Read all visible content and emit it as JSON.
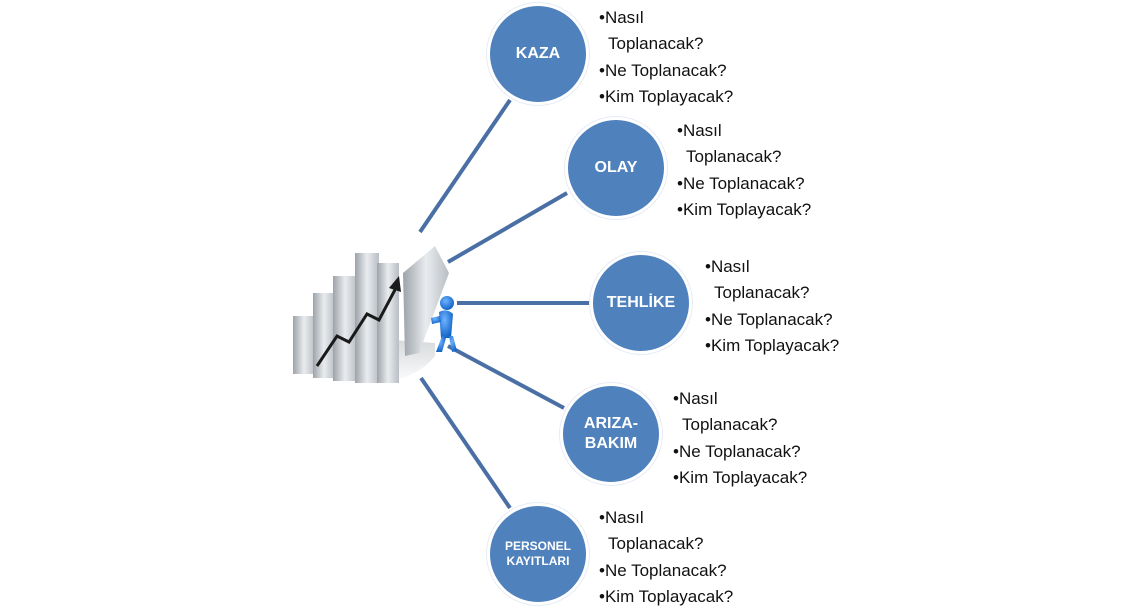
{
  "diagram": {
    "center_icon": "bar-chart-figure-icon",
    "accent_color": "#4f81bd",
    "connector_color": "#4a6fa5",
    "bullet": "•",
    "nodes": [
      {
        "id": "kaza",
        "label": "KAZA",
        "items": [
          {
            "first": "Nasıl",
            "second": "Toplanacak?"
          },
          {
            "first": "Ne Toplanacak?"
          },
          {
            "first": "Kim Toplayacak?"
          }
        ]
      },
      {
        "id": "olay",
        "label": "OLAY",
        "items": [
          {
            "first": "Nasıl",
            "second": "Toplanacak?"
          },
          {
            "first": "Ne Toplanacak?"
          },
          {
            "first": "Kim Toplayacak?"
          }
        ]
      },
      {
        "id": "tehlike",
        "label": "TEHLİKE",
        "items": [
          {
            "first": "Nasıl",
            "second": "Toplanacak?"
          },
          {
            "first": "Ne Toplanacak?"
          },
          {
            "first": "Kim Toplayacak?"
          }
        ]
      },
      {
        "id": "ariza-bakim",
        "label": "ARIZA-\nBAKIM",
        "items": [
          {
            "first": "Nasıl",
            "second": "Toplanacak?"
          },
          {
            "first": "Ne Toplanacak?"
          },
          {
            "first": "Kim Toplayacak?"
          }
        ]
      },
      {
        "id": "personel-kayitlari",
        "label": "PERSONEL\nKAYITLARI",
        "items": [
          {
            "first": "Nasıl",
            "second": "Toplanacak?"
          },
          {
            "first": "Ne Toplanacak?"
          },
          {
            "first": "Kim Toplayacak?"
          }
        ]
      }
    ]
  }
}
